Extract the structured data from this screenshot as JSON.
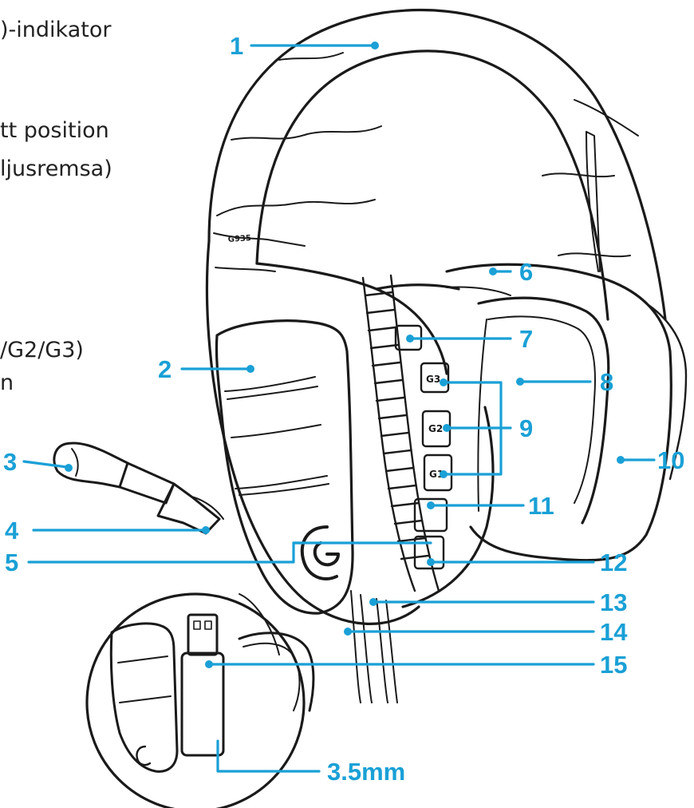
{
  "side_text": [
    ")-indikator",
    "tt position",
    " ljusremsa)",
    "/G2/G3)",
    "n"
  ],
  "callouts": [
    "1",
    "2",
    "3",
    "4",
    "5",
    "6",
    "7",
    "8",
    "9",
    "10",
    "11",
    "12",
    "13",
    "14",
    "15",
    "3.5mm"
  ],
  "headset_model_text": "G935",
  "button_labels": [
    "G3",
    "G2",
    "G1"
  ],
  "colors": {
    "accent": "#1aa0d6",
    "line_art": "#1a1a1a",
    "text": "#222222"
  }
}
